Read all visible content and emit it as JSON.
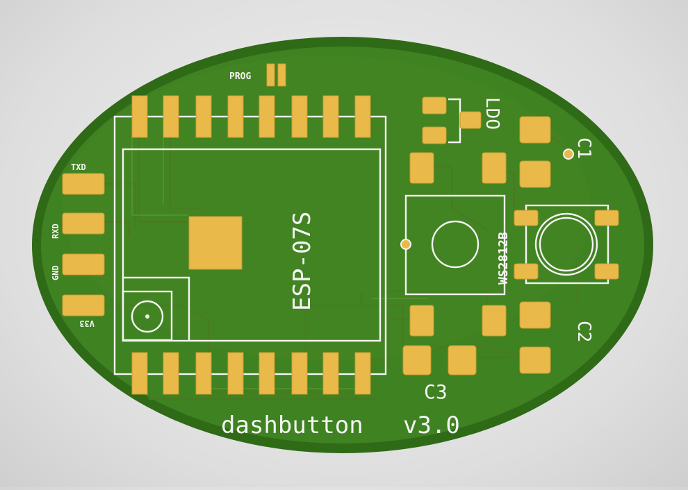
{
  "board": {
    "title": "dashbutton",
    "version": "v3.0",
    "module_label": "ESP-07S",
    "led_label": "WS2812B",
    "pin_labels": [
      "TXD",
      "RXD",
      "GND",
      "V33"
    ],
    "prog_label": "PROG",
    "refdes": [
      "LDO",
      "C1",
      "C2",
      "C3"
    ],
    "colors": {
      "board_edge": "#2f6a17",
      "board_fill": "#3f8221",
      "copper_pad": "#e9b94a",
      "silkscreen": "#f4f4f4"
    }
  }
}
